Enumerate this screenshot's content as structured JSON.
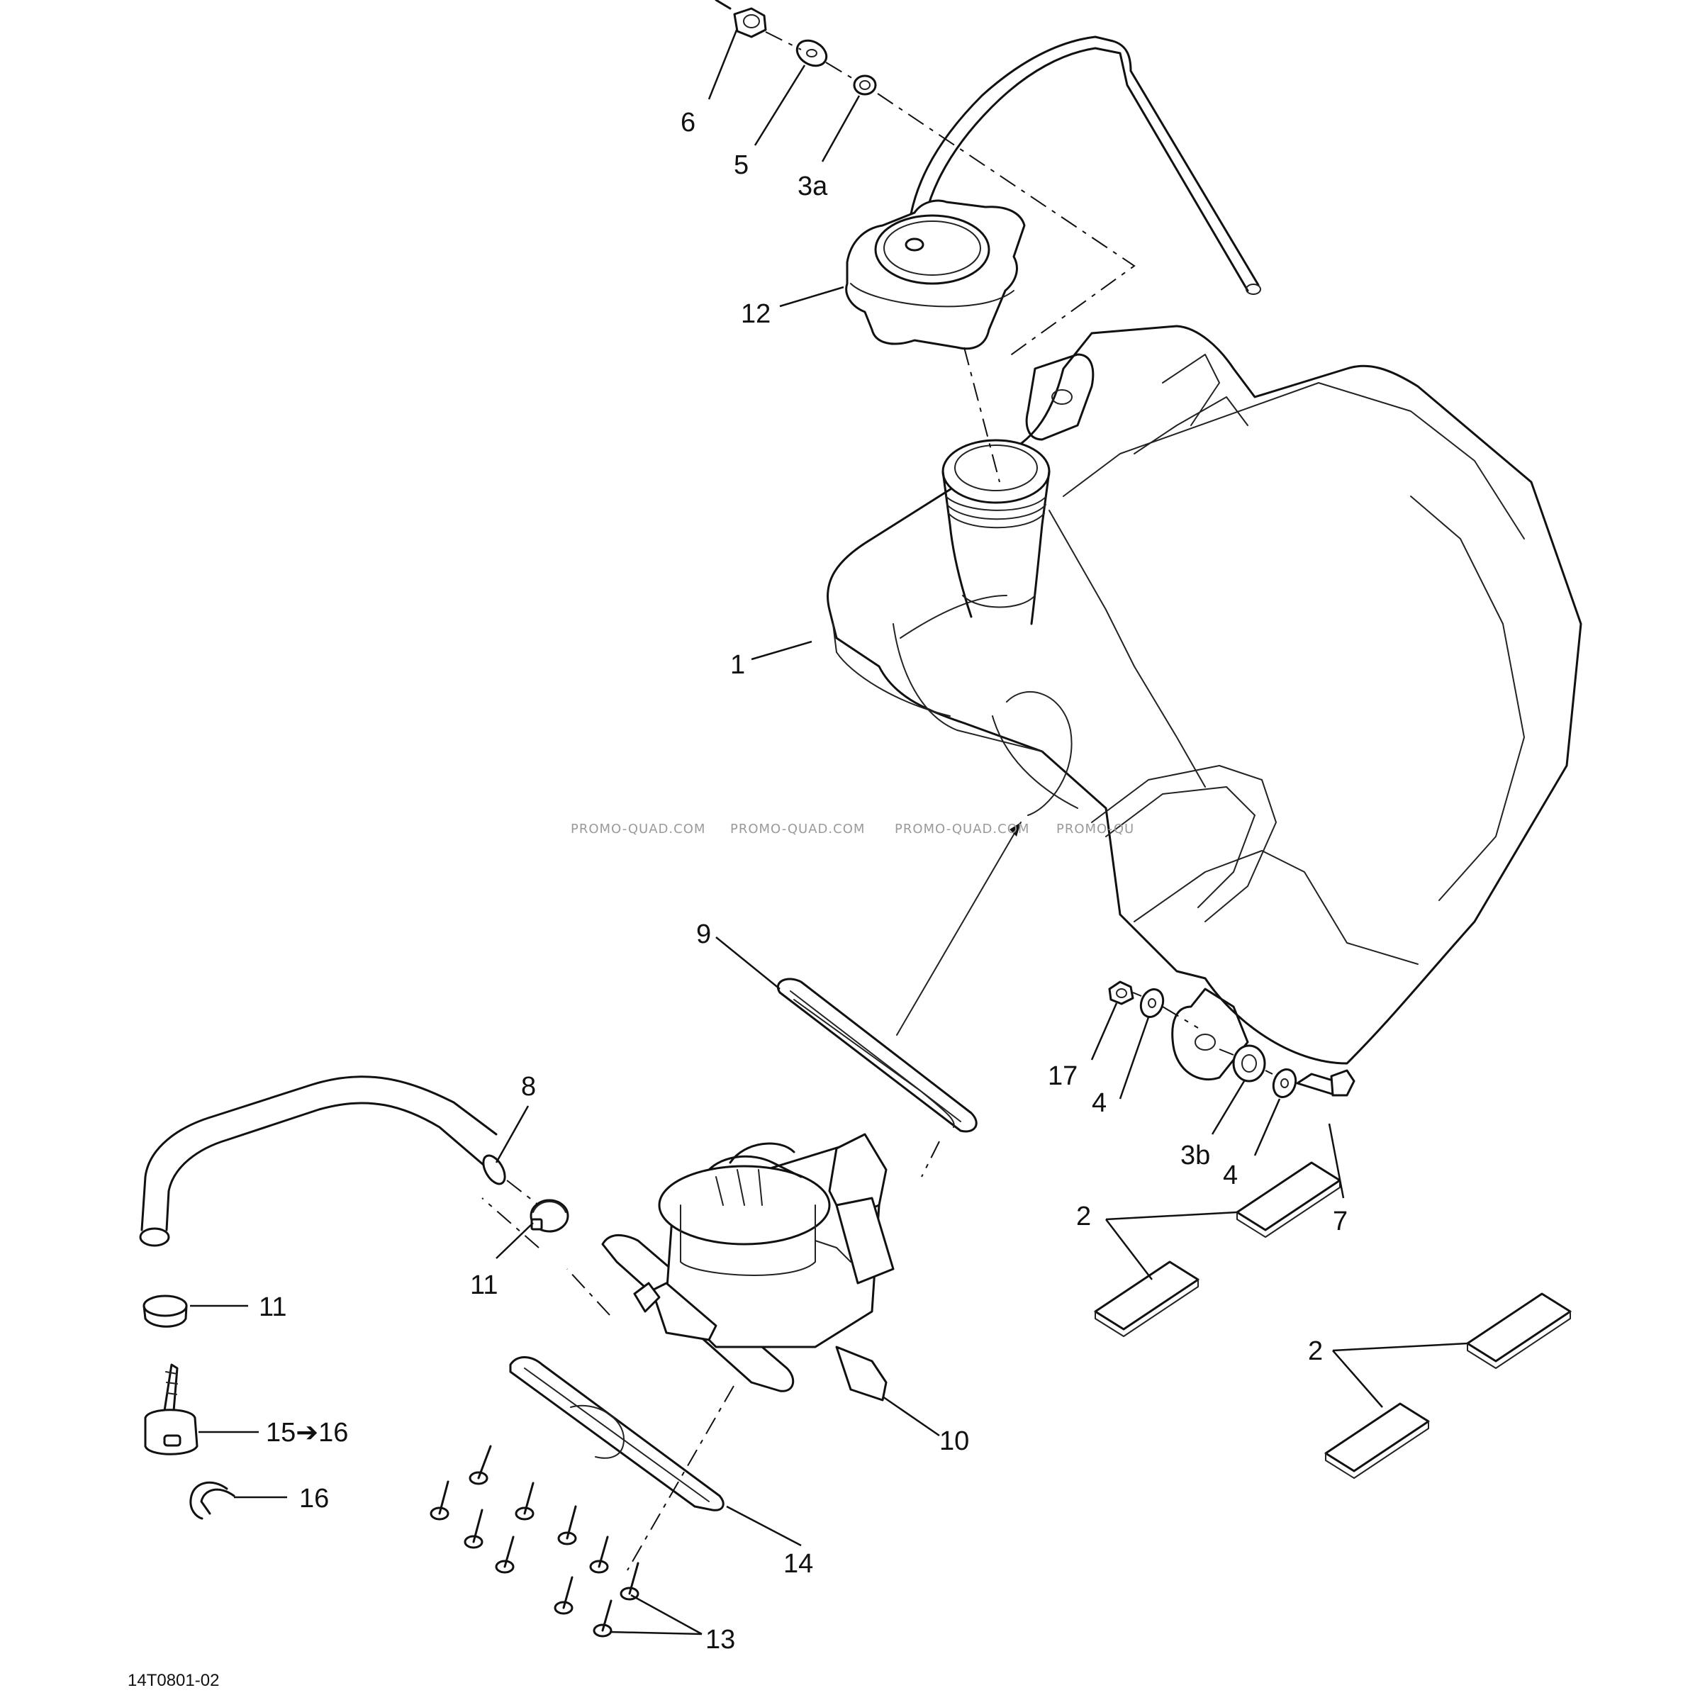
{
  "figure_id": "14T0801-02",
  "watermark": [
    "PROMO-QUAD.COM",
    "PROMO-QUAD.COM",
    "PROMO-QUAD.COM",
    "PROMO-QU"
  ],
  "callouts": {
    "c1": "1",
    "c2a": "2",
    "c2b": "2",
    "c3a": "3a",
    "c3b": "3b",
    "c4a": "4",
    "c4b": "4",
    "c5": "5",
    "c6": "6",
    "c7": "7",
    "c8": "8",
    "c9": "9",
    "c10": "10",
    "c11a": "11",
    "c11b": "11",
    "c12": "12",
    "c13": "13",
    "c14": "14",
    "c15_16": "15➔16",
    "c16": "16",
    "c17": "17"
  }
}
